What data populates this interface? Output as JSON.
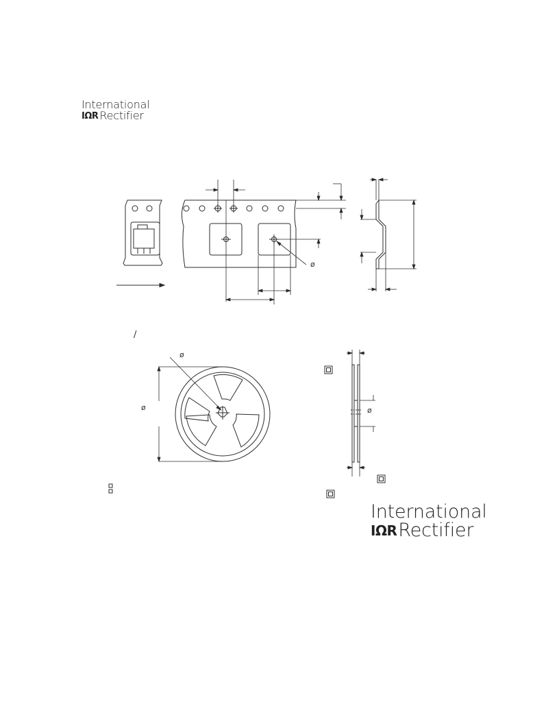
{
  "logo": {
    "line1": "International",
    "ior": "IΩR",
    "line2": "Rectifier"
  },
  "symbols": {
    "diameter": "ø",
    "slash": "/"
  },
  "colors": {
    "stroke": "#2b2b2b",
    "paper": "#ffffff"
  }
}
